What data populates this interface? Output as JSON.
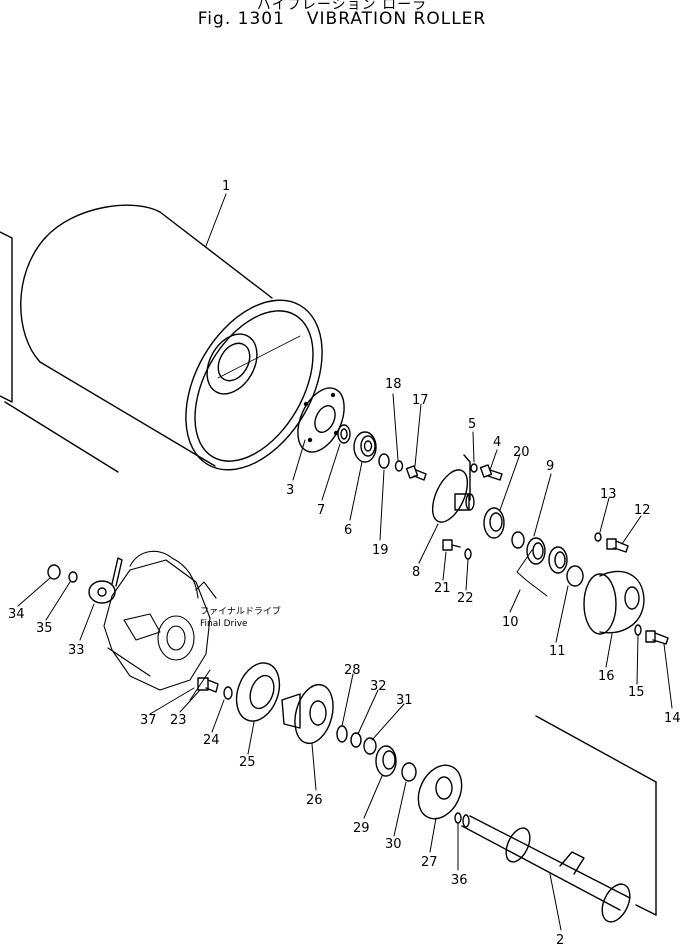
{
  "header": {
    "japanese_title": "バイブレーション ローラ",
    "figure_number": "Fig. 1301",
    "figure_title": "VIBRATION ROLLER"
  },
  "final_drive_label": {
    "japanese": "ファイナルドライブ",
    "english": "Final Drive"
  },
  "parts": [
    {
      "n": "1"
    },
    {
      "n": "2"
    },
    {
      "n": "3"
    },
    {
      "n": "4"
    },
    {
      "n": "5"
    },
    {
      "n": "6"
    },
    {
      "n": "7"
    },
    {
      "n": "8"
    },
    {
      "n": "9"
    },
    {
      "n": "10"
    },
    {
      "n": "11"
    },
    {
      "n": "12"
    },
    {
      "n": "13"
    },
    {
      "n": "14"
    },
    {
      "n": "15"
    },
    {
      "n": "16"
    },
    {
      "n": "17"
    },
    {
      "n": "18"
    },
    {
      "n": "19"
    },
    {
      "n": "20"
    },
    {
      "n": "21"
    },
    {
      "n": "22"
    },
    {
      "n": "23"
    },
    {
      "n": "24"
    },
    {
      "n": "25"
    },
    {
      "n": "26"
    },
    {
      "n": "27"
    },
    {
      "n": "28"
    },
    {
      "n": "29"
    },
    {
      "n": "30"
    },
    {
      "n": "31"
    },
    {
      "n": "32"
    },
    {
      "n": "33"
    },
    {
      "n": "34"
    },
    {
      "n": "35"
    },
    {
      "n": "36"
    },
    {
      "n": "37"
    }
  ]
}
